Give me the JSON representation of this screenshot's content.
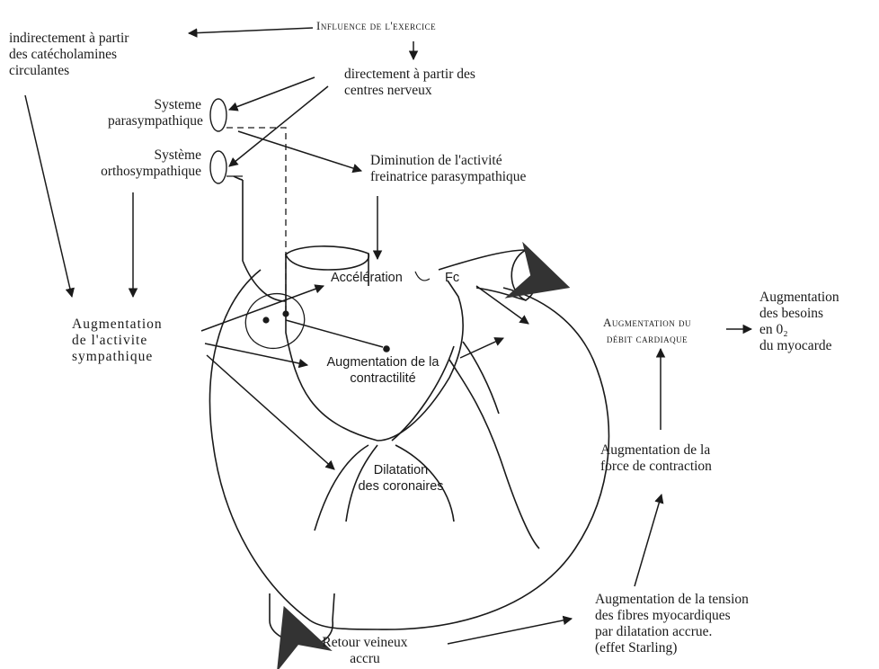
{
  "diagram": {
    "title": "Influence de l'exercice",
    "labels": {
      "catecholamines": [
        "indirectement à partir",
        "des catécholamines",
        "circulantes"
      ],
      "direct_nerveux": [
        "directement à partir des",
        "centres nerveux"
      ],
      "parasympathique": [
        "Systeme",
        "parasympathique"
      ],
      "orthosympathique": [
        "Système",
        "orthosympathique"
      ],
      "diminution": [
        "Diminution de l'activité",
        "freinatrice parasympathique"
      ],
      "augm_sympathique": [
        "Augmentation",
        "de l'activite",
        "sympathique"
      ],
      "acceleration": "Accélération",
      "fc": "Fc",
      "augm_contractilite": [
        "Augmentation de la",
        "contractilité"
      ],
      "dilatation": [
        "Dilatation",
        "des coronaires"
      ],
      "augm_debit": [
        "Augmentation du",
        "débit cardiaque"
      ],
      "augm_besoins": [
        "Augmentation",
        "des besoins",
        "en 0₂",
        "du myocarde"
      ],
      "augm_force": [
        "Augmentation de la",
        "force de contraction"
      ],
      "augm_tension": [
        "Augmentation de la tension",
        "des fibres myocardiques",
        "par dilatation accrue.",
        "(effet Starling)"
      ],
      "retour_veineux": [
        "Retour veineux",
        "accru"
      ]
    }
  }
}
